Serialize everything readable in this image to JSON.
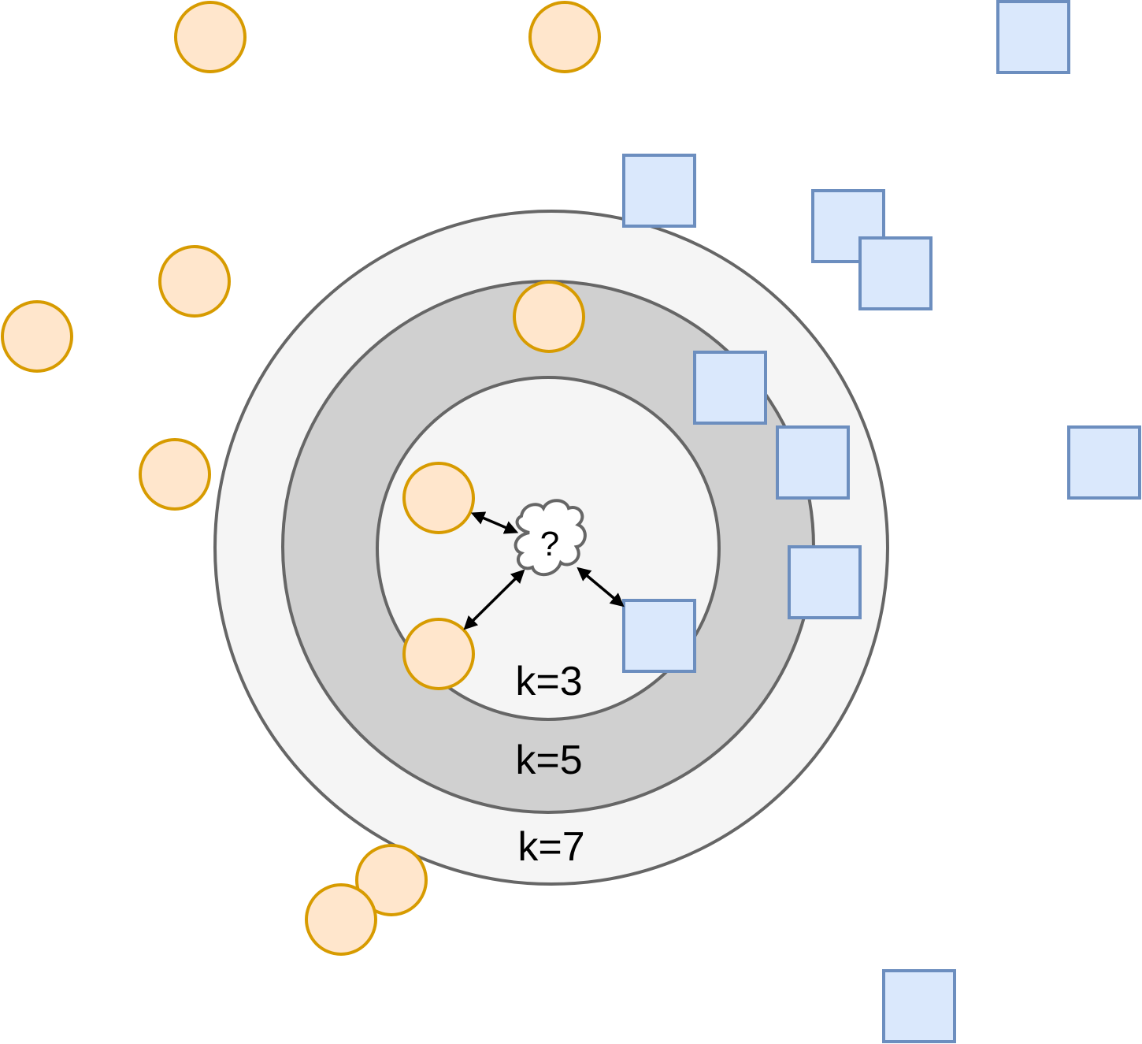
{
  "diagram": {
    "rings": [
      {
        "label": "k=7",
        "fill": "#f5f5f5",
        "stroke": "#666666"
      },
      {
        "label": "k=5",
        "fill": "#d0d0d0",
        "stroke": "#666666"
      },
      {
        "label": "k=3",
        "fill": "#f5f5f5",
        "stroke": "#666666"
      }
    ],
    "query": {
      "symbol": "?",
      "icon": "cloud-icon",
      "fill": "#ffffff",
      "stroke": "#666666"
    },
    "class_circle": {
      "icon": "circle-icon",
      "fill": "#ffe6cc",
      "stroke": "#d79b00"
    },
    "class_square": {
      "icon": "square-icon",
      "fill": "#dae8fc",
      "stroke": "#6c8ebf"
    },
    "arrow_color": "#000000"
  }
}
